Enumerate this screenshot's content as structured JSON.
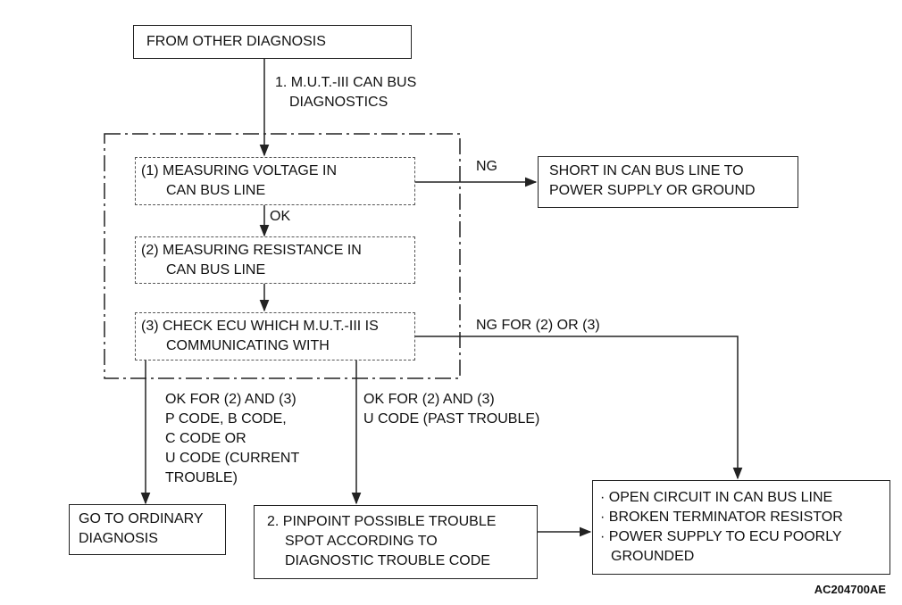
{
  "nodes": {
    "from_other": [
      "FROM OTHER DIAGNOSIS"
    ],
    "step1": [
      "1. M.U.T.-III CAN BUS",
      "DIAGNOSTICS"
    ],
    "sub1": [
      "(1) MEASURING VOLTAGE IN",
      "CAN BUS LINE"
    ],
    "sub2": [
      "(2) MEASURING RESISTANCE IN",
      "CAN BUS LINE"
    ],
    "sub3": [
      "(3) CHECK ECU WHICH M.U.T.-III IS",
      "COMMUNICATING WITH"
    ],
    "short": [
      "SHORT IN CAN BUS LINE TO",
      "POWER SUPPLY OR GROUND"
    ],
    "ordinary": [
      "GO TO ORDINARY",
      "DIAGNOSIS"
    ],
    "pinpoint": [
      "2. PINPOINT POSSIBLE TROUBLE",
      "SPOT ACCORDING TO",
      "DIAGNOSTIC TROUBLE CODE"
    ],
    "causes": [
      "· OPEN CIRCUIT IN CAN BUS LINE",
      "· BROKEN TERMINATOR RESISTOR",
      "· POWER SUPPLY TO ECU POORLY",
      "GROUNDED"
    ]
  },
  "edges": {
    "ng": "NG",
    "ok": "OK",
    "ng_2_3": "NG FOR (2) OR (3)",
    "ok_left": [
      "OK FOR (2) AND (3)",
      "P CODE, B CODE,",
      "C CODE OR",
      "U CODE (CURRENT",
      "TROUBLE)"
    ],
    "ok_mid": [
      "OK FOR (2) AND (3)",
      "U CODE (PAST TROUBLE)"
    ]
  },
  "figure_code": "AC204700AE"
}
